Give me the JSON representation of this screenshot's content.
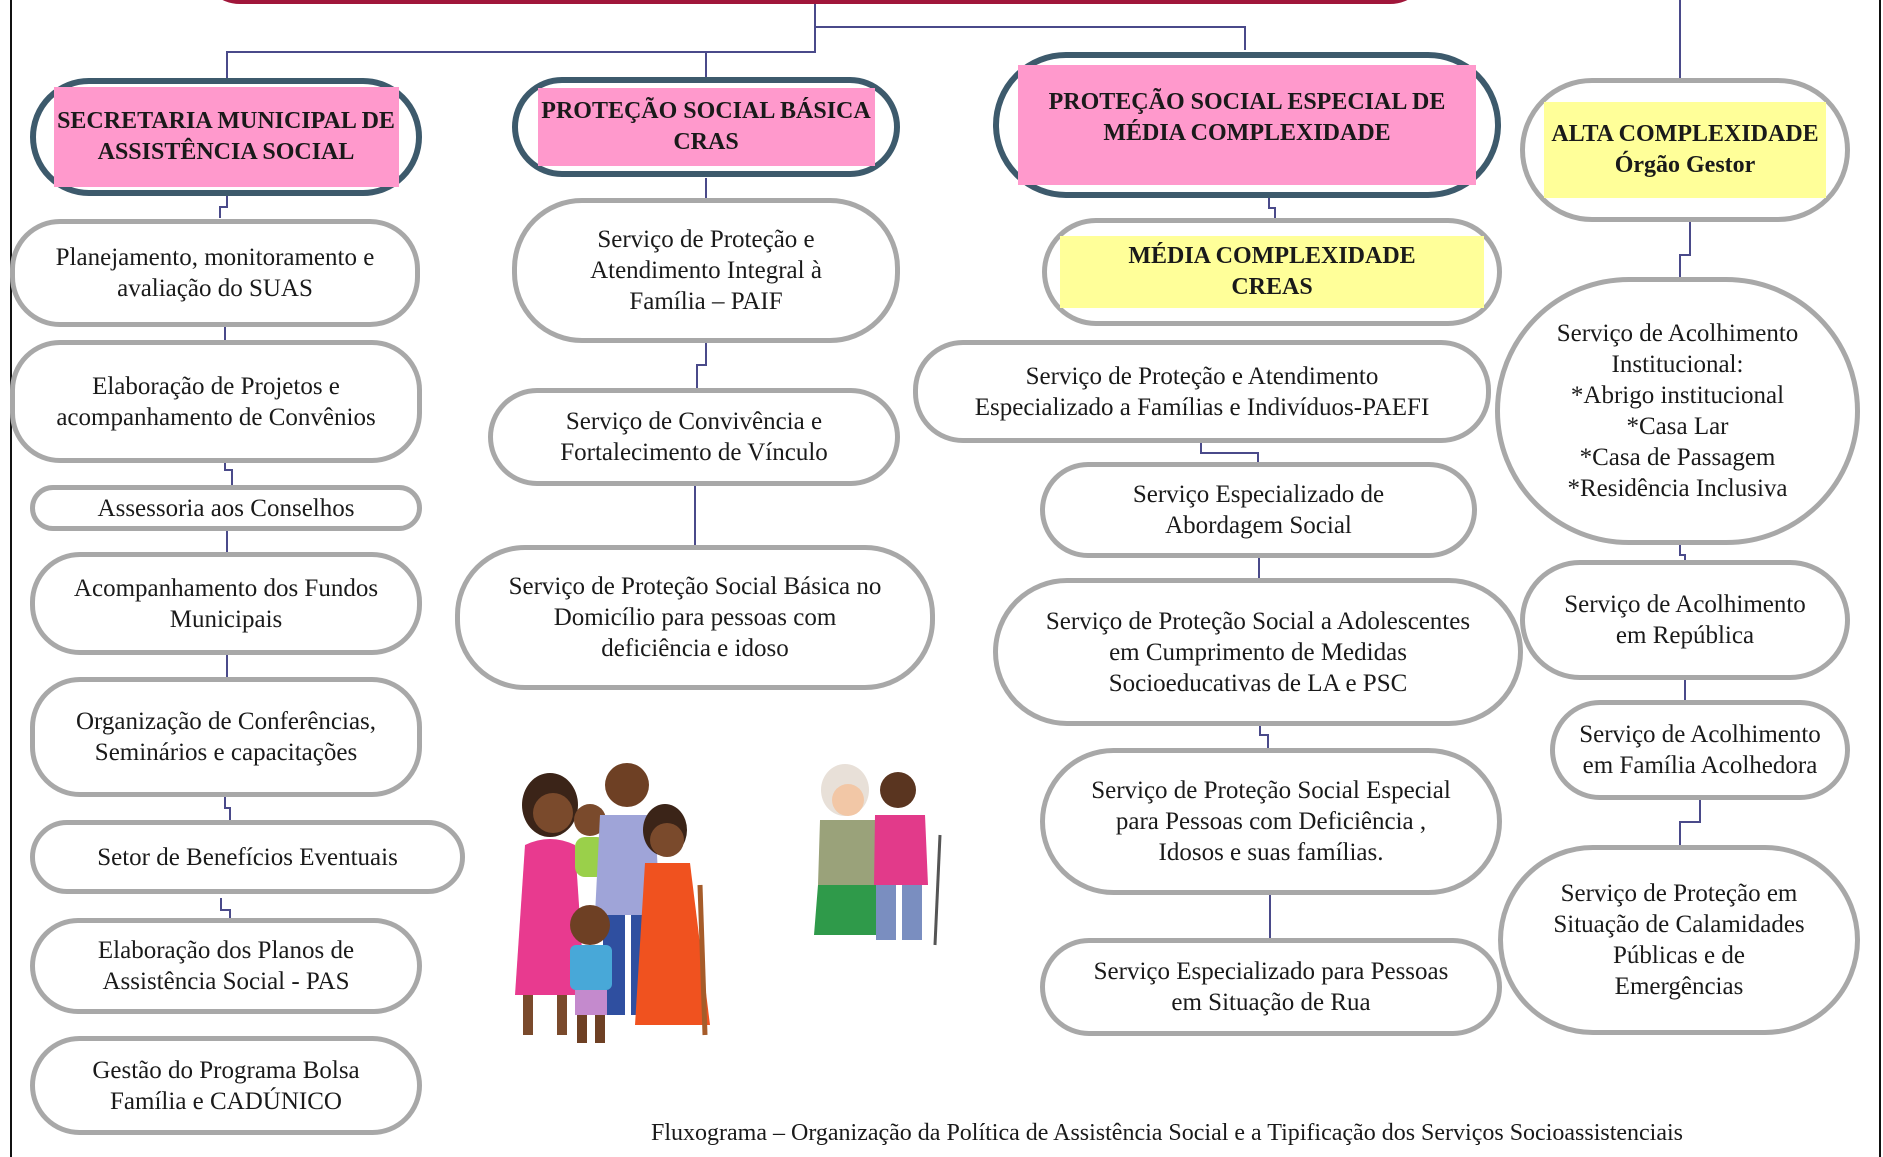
{
  "caption": "Fluxograma – Organização da Política de Assistência Social e a Tipificação dos Serviços Socioassistenciais",
  "columns": [
    {
      "header_lines": [
        "SECRETARIA MUNICIPAL DE",
        "ASSISTÊNCIA SOCIAL"
      ],
      "header_color": "#ff99cc",
      "items": [
        [
          "Planejamento, monitoramento e",
          "avaliação do SUAS"
        ],
        [
          "Elaboração de Projetos e",
          "acompanhamento de Convênios"
        ],
        [
          "Assessoria aos Conselhos"
        ],
        [
          "Acompanhamento dos Fundos",
          "Municipais"
        ],
        [
          "Organização de Conferências,",
          "Seminários e capacitações"
        ],
        [
          "Setor de Benefícios Eventuais"
        ],
        [
          "Elaboração dos Planos de",
          "Assistência Social - PAS"
        ],
        [
          "Gestão do Programa Bolsa",
          "Família e CADÚNICO"
        ]
      ]
    },
    {
      "header_lines": [
        "PROTEÇÃO SOCIAL BÁSICA",
        "CRAS"
      ],
      "header_color": "#ff99cc",
      "items": [
        [
          "Serviço de Proteção e",
          "Atendimento Integral à",
          "Família – PAIF"
        ],
        [
          "Serviço de Convivência e",
          "Fortalecimento de Vínculo"
        ],
        [
          "Serviço de Proteção Social Básica no",
          "Domicílio para pessoas com",
          "deficiência e idoso"
        ]
      ]
    },
    {
      "header_lines": [
        "PROTEÇÃO SOCIAL ESPECIAL DE",
        "MÉDIA COMPLEXIDADE"
      ],
      "header_color": "#ff99cc",
      "sub_header_lines": [
        "MÉDIA COMPLEXIDADE",
        "CREAS"
      ],
      "sub_header_color": "#ffff99",
      "items": [
        [
          "Serviço de Proteção e Atendimento",
          "Especializado a Famílias e Indivíduos-PAEFI"
        ],
        [
          "Serviço Especializado de",
          "Abordagem Social"
        ],
        [
          "Serviço de Proteção Social a Adolescentes",
          "em Cumprimento de Medidas",
          "Socioeducativas de LA e PSC"
        ],
        [
          "Serviço de Proteção Social Especial",
          "para Pessoas com Deficiência ,",
          "Idosos e suas famílias."
        ],
        [
          "Serviço Especializado para Pessoas",
          "em Situação de Rua"
        ]
      ]
    },
    {
      "header_lines": [
        "ALTA COMPLEXIDADE",
        "Órgão Gestor"
      ],
      "header_color": "#ffff99",
      "items": [
        [
          "Serviço de Acolhimento",
          "Institucional:",
          "*Abrigo institucional",
          "*Casa Lar",
          "*Casa de Passagem",
          "*Residência Inclusiva"
        ],
        [
          "Serviço de Acolhimento",
          "em República"
        ],
        [
          "Serviço de Acolhimento",
          "em Família Acolhedora"
        ],
        [
          "Serviço de Proteção em",
          "Situação de Calamidades",
          "Públicas e de",
          "Emergências"
        ]
      ]
    }
  ]
}
